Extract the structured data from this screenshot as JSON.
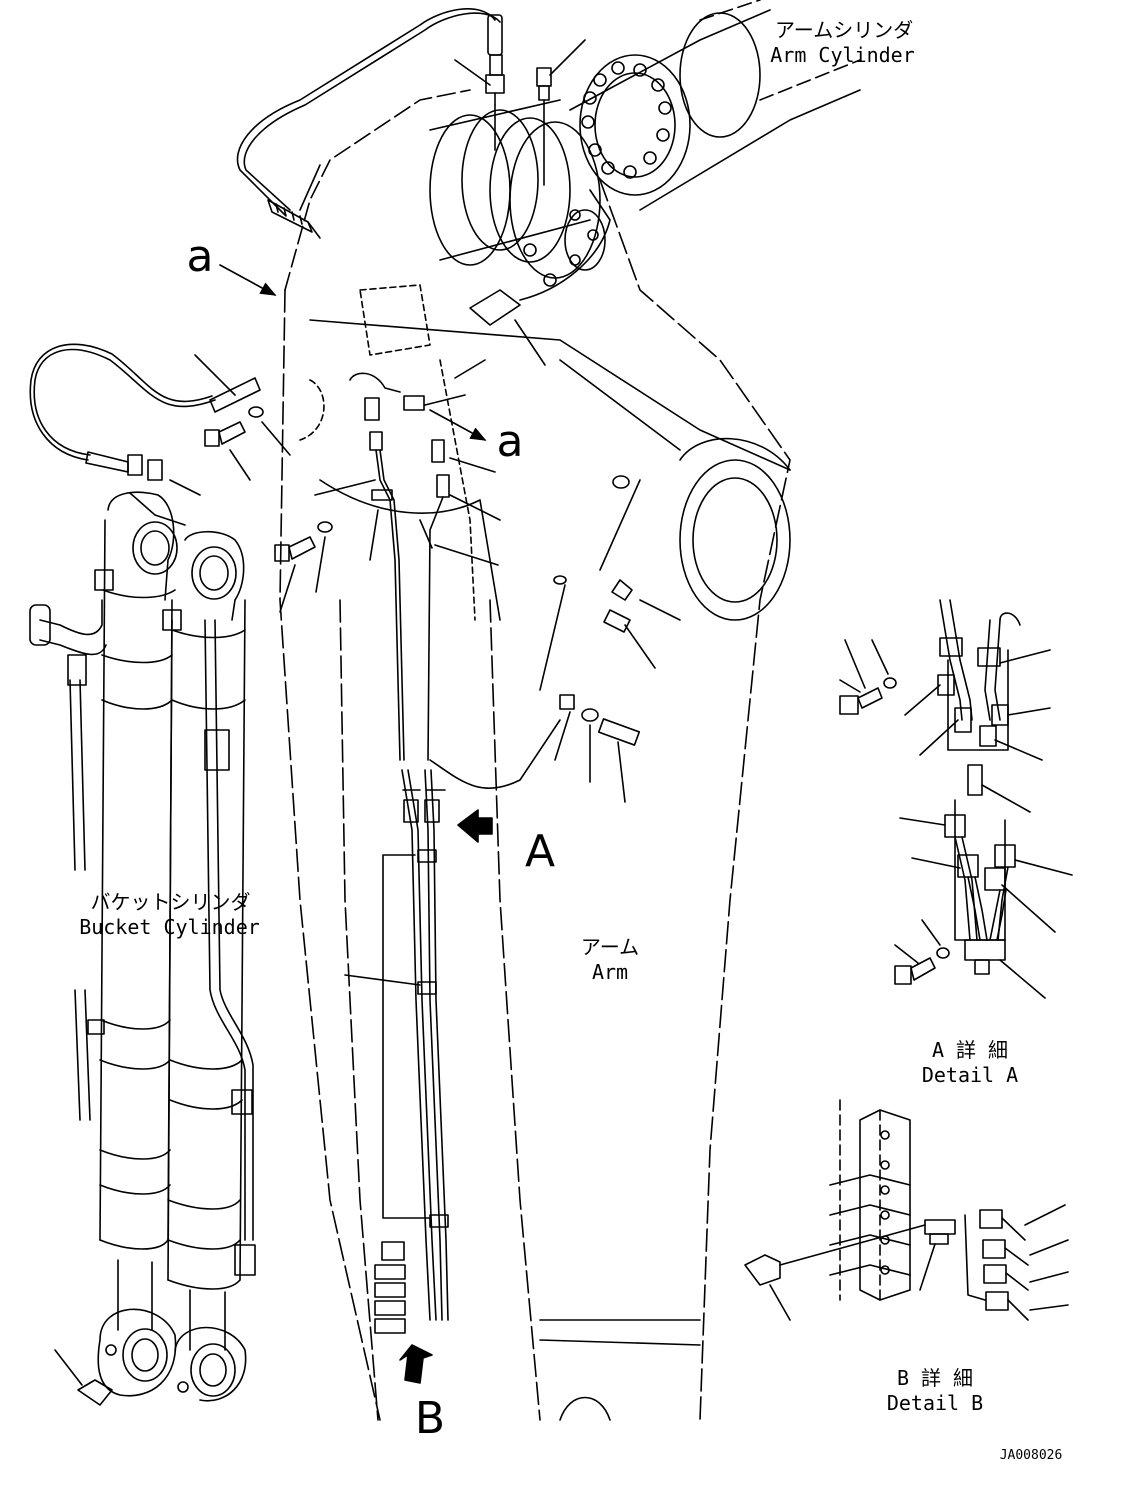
{
  "labels": {
    "arm_cylinder_jp": "アームシリンダ",
    "arm_cylinder_en": "Arm Cylinder",
    "bucket_cylinder_jp": "バケットシリンダ",
    "bucket_cylinder_en": "Bucket Cylinder",
    "arm_jp": "アーム",
    "arm_en": "Arm",
    "view_a": "A",
    "view_b": "B",
    "detail_a_jp": "A 詳 細",
    "detail_a_en": "Detail A",
    "detail_b_jp": "B 詳 細",
    "detail_b_en": "Detail B",
    "section_a_top": "a",
    "section_a_right": "a",
    "drawing_number": "JA008026"
  },
  "colors": {
    "line": "#000000",
    "background": "#ffffff"
  }
}
